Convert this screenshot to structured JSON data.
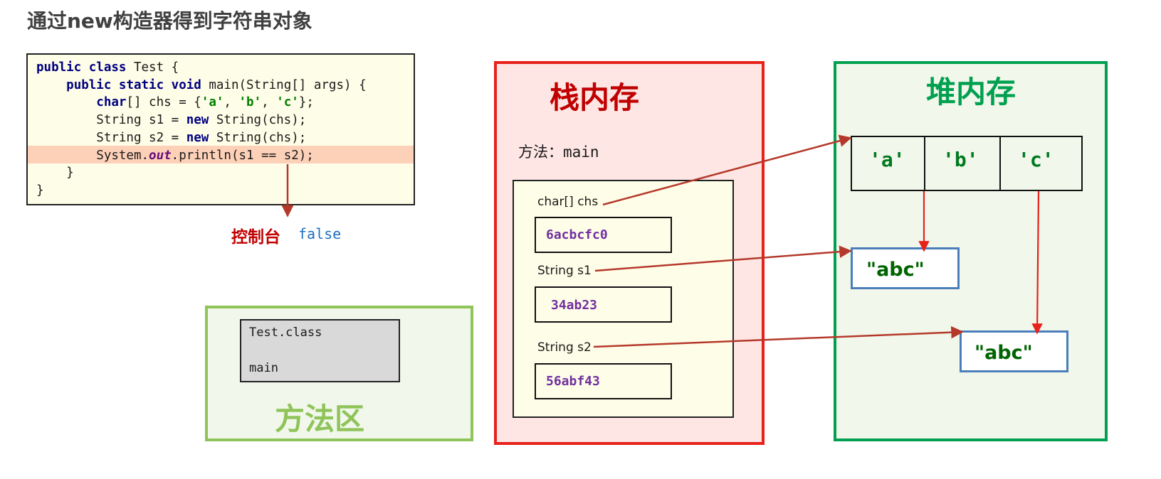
{
  "title": "通过new构造器得到字符串对象",
  "code": {
    "lines": [
      [
        {
          "t": "public class",
          "k": "kw"
        },
        {
          "t": " Test {",
          "k": ""
        }
      ],
      [
        {
          "t": "    ",
          "k": ""
        },
        {
          "t": "public static void",
          "k": "kw"
        },
        {
          "t": " main(String[] args) {",
          "k": ""
        }
      ],
      [
        {
          "t": "        ",
          "k": ""
        },
        {
          "t": "char",
          "k": "kw"
        },
        {
          "t": "[] chs = {",
          "k": ""
        },
        {
          "t": "'a'",
          "k": "str"
        },
        {
          "t": ", ",
          "k": ""
        },
        {
          "t": "'b'",
          "k": "str"
        },
        {
          "t": ", ",
          "k": ""
        },
        {
          "t": "'c'",
          "k": "str"
        },
        {
          "t": "};",
          "k": ""
        }
      ],
      [
        {
          "t": "        String s1 = ",
          "k": ""
        },
        {
          "t": "new",
          "k": "kw"
        },
        {
          "t": " String(chs);",
          "k": ""
        }
      ],
      [
        {
          "t": "        String s2 = ",
          "k": ""
        },
        {
          "t": "new",
          "k": "kw"
        },
        {
          "t": " String(chs);",
          "k": ""
        }
      ],
      [
        {
          "t": "        System.",
          "k": ""
        },
        {
          "t": "out",
          "k": "fld"
        },
        {
          "t": ".println(s1 == s2);",
          "k": ""
        }
      ],
      [
        {
          "t": "    }",
          "k": ""
        }
      ],
      [
        {
          "t": "}",
          "k": ""
        }
      ]
    ],
    "highlighted_line": 5
  },
  "console": {
    "label": "控制台",
    "output": "false"
  },
  "method_area": {
    "label": "方法区",
    "class_name": "Test.class",
    "method": "main"
  },
  "stack": {
    "title": "栈内存",
    "method_prefix": "方法：",
    "method_name": "main",
    "vars": [
      {
        "label": "char[]  chs",
        "address": "6acbcfc0"
      },
      {
        "label": "String  s1",
        "address": "34ab23"
      },
      {
        "label": "String  s2",
        "address": "56abf43"
      }
    ]
  },
  "heap": {
    "title": "堆内存",
    "chars": [
      "'a'",
      "'b'",
      "'c'"
    ],
    "strings": [
      "\"abc\"",
      "\"abc\""
    ]
  },
  "colors": {
    "arrow_reference": "#b5392b",
    "arrow_copy": "#e8211b",
    "stack_border": "#e8211b",
    "heap_border": "#00a050",
    "method_area_border": "#8fc45a"
  }
}
